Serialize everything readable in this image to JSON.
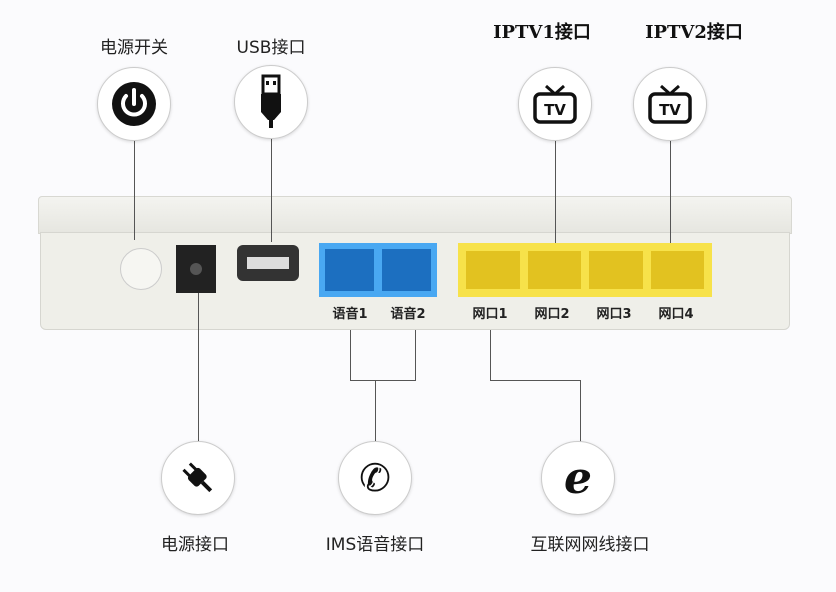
{
  "callouts_top": {
    "power_switch": "电源开关",
    "usb": "USB接口",
    "iptv1": "IPTV1接口",
    "iptv2": "IPTV2接口"
  },
  "callouts_bottom": {
    "power_port": "电源接口",
    "ims": "IMS语音接口",
    "internet": "互联网网线接口"
  },
  "ports": {
    "voice": [
      "语音1",
      "语音2"
    ],
    "lan": [
      "网口1",
      "网口2",
      "网口3",
      "网口4"
    ]
  },
  "icons": {
    "tv": "TV"
  },
  "colors": {
    "voice_port": "#3aa0f0",
    "lan_port": "#f7e24a",
    "body": "#efefe9"
  }
}
